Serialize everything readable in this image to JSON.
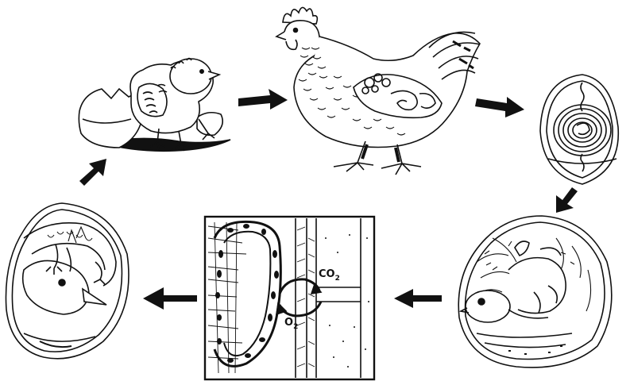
{
  "labels": {
    "co2_main": "CO",
    "co2_sub": "2",
    "o2_main": "O",
    "o2_sub": "2"
  },
  "colors": {
    "ink": "#111111",
    "paper": "#ffffff",
    "shade": "#2a2a2a"
  },
  "stages": [
    {
      "name": "hatched-chick"
    },
    {
      "name": "adult-hen"
    },
    {
      "name": "fertilized-egg"
    },
    {
      "name": "developing-embryo"
    },
    {
      "name": "gas-exchange-detail"
    },
    {
      "name": "chick-ready-to-hatch"
    }
  ]
}
